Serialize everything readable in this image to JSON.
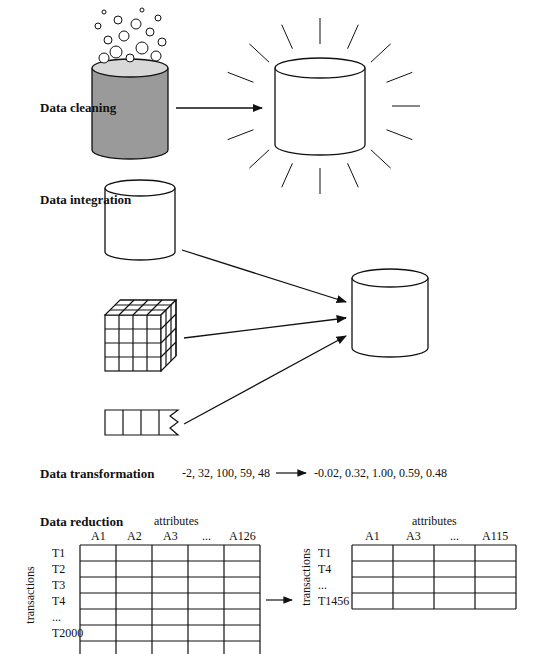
{
  "diagram": {
    "labels": [
      "Data cleaning",
      "Data integration",
      "Data transformation",
      "-2, 32, 100, 59, 48",
      "-0.02, 0.32, 1.00, 0.59, 0.48",
      "Data reduction",
      "attributes",
      "A1",
      "A2",
      "A3",
      "...",
      "A126",
      "transactions",
      "T1",
      "T2",
      "T3",
      "T4",
      "...",
      "T2000",
      "attributes",
      "A1",
      "A3",
      "...",
      "A115",
      "transactions",
      "T1",
      "T4",
      "...",
      "T1456"
    ]
  }
}
